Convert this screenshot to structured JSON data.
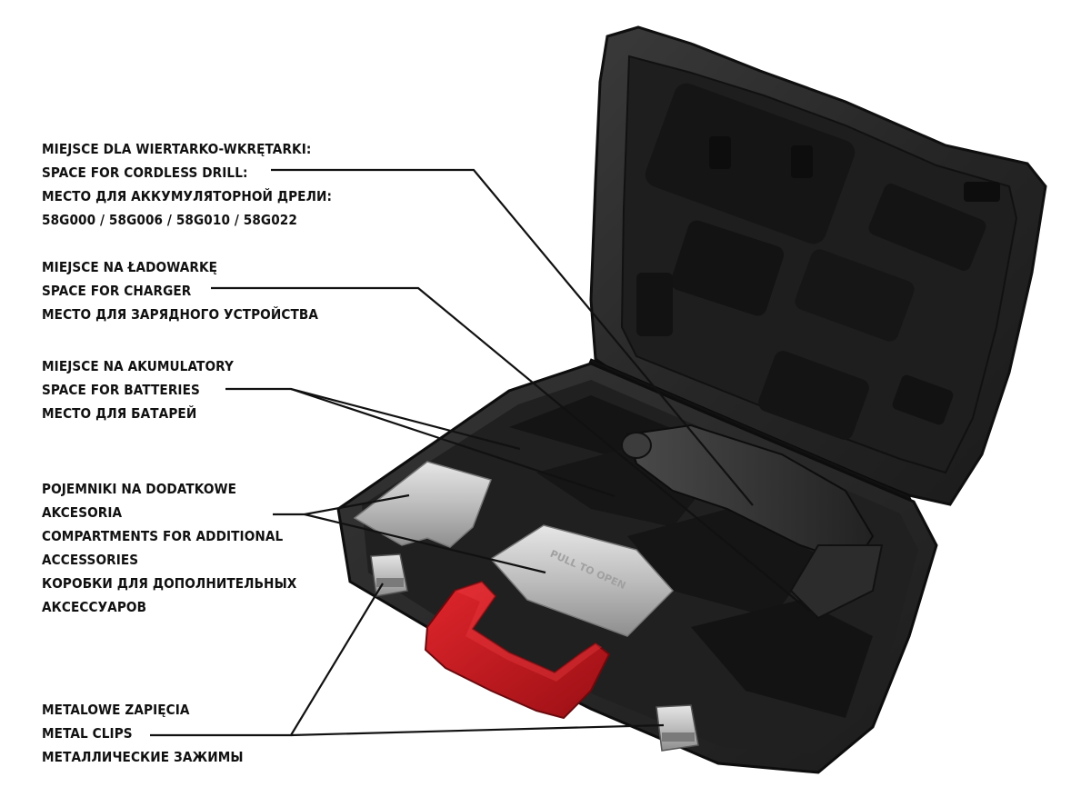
{
  "labels": {
    "drill": {
      "line1": "MIEJSCE DLA WIERTARKO-WKRĘTARKI:",
      "line2": "SPACE FOR CORDLESS DRILL:",
      "line3": "МЕСТО ДЛЯ АККУМУЛЯТОРНОЙ ДРЕЛИ:",
      "line4": "58G000 / 58G006 / 58G010 / 58G022"
    },
    "charger": {
      "line1": "MIEJSCE NA ŁADOWARKĘ",
      "line2": "SPACE FOR CHARGER",
      "line3": "МЕСТО ДЛЯ ЗАРЯДНОГО УСТРОЙСТВА"
    },
    "batteries": {
      "line1": "MIEJSCE NA AKUMULATORY",
      "line2": "SPACE FOR BATTERIES",
      "line3": "МЕСТО ДЛЯ БАТАРЕЙ"
    },
    "accessories": {
      "line1": "POJEMNIKI NA DODATKOWE",
      "line2": "AKCESORIA",
      "line3": "COMPARTMENTS FOR ADDITIONAL",
      "line4": "ACCESSORIES",
      "line5": "КОРОБКИ ДЛЯ ДОПОЛНИТЕЛЬНЫХ",
      "line6": "АКСЕССУАРОВ"
    },
    "clips": {
      "line1": "METALOWE ZAPIĘCIA",
      "line2": "METAL CLIPS",
      "line3": "МЕТАЛЛИЧЕСКИЕ ЗАЖИМЫ"
    }
  },
  "case": {
    "lid_text": "PULL TO OPEN"
  },
  "colors": {
    "case_body": "#2b2b2b",
    "case_dark": "#141414",
    "handle": "#c8151b",
    "metal": "#c9c9c9",
    "leader_line": "#111111"
  }
}
